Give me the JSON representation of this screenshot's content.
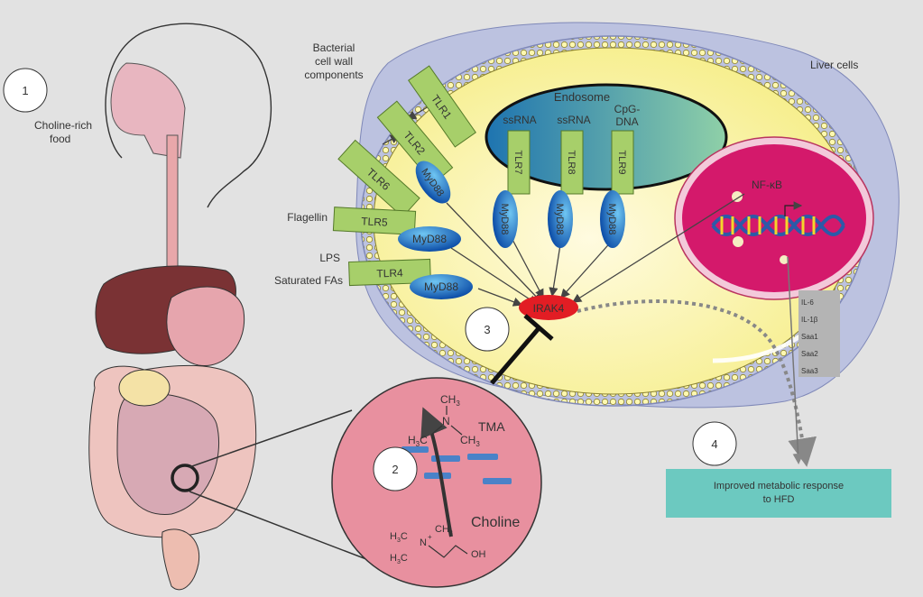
{
  "steps": [
    "1",
    "2",
    "3",
    "4"
  ],
  "labels": {
    "choline_food": [
      "Choline-rich",
      "food"
    ],
    "bacterial": [
      "Bacterial",
      "cell wall",
      "components"
    ],
    "liver_cells": "Liver cells",
    "flagellin": "Flagellin",
    "lps": "LPS",
    "saturated_fas": "Saturated FAs",
    "endosome": "Endosome",
    "ssrna1": "ssRNA",
    "ssrna2": "ssRNA",
    "cpg": [
      "CpG-",
      "DNA"
    ],
    "nfkb": "NF-κB",
    "irak4": "IRAK4",
    "tma": "TMA",
    "choline": "Choline",
    "outcome": [
      "Improved metabolic response",
      "to HFD"
    ]
  },
  "receptors": {
    "tlr1": "TLR1",
    "tlr2": "TLR2",
    "tlr6": "TLR6",
    "tlr5": "TLR5",
    "tlr4": "TLR4",
    "tlr7": "TLR7",
    "tlr8": "TLR8",
    "tlr9": "TLR9"
  },
  "adaptor": "MyD88",
  "cytokines": [
    "IL-6",
    "IL-1β",
    "Saa1",
    "Saa2",
    "Saa3"
  ],
  "chem": {
    "ch3": "CH",
    "h3c": "H",
    "n": "N",
    "oh": "OH",
    "plus": "+"
  },
  "colors": {
    "background": "#e2e2e2",
    "cell": "#fbf6b0",
    "membrane": "#8e97c9",
    "endosome": "#2f86b8",
    "nucleus": "#d4196b",
    "irak4": "#e21d24",
    "tlr": "#a7cf6a",
    "myd88": "#1f6fc4",
    "gut_zoom": "#e8909f",
    "outcome_box": "#6cc9c0",
    "cytokine_box": "#b4b4b4"
  }
}
